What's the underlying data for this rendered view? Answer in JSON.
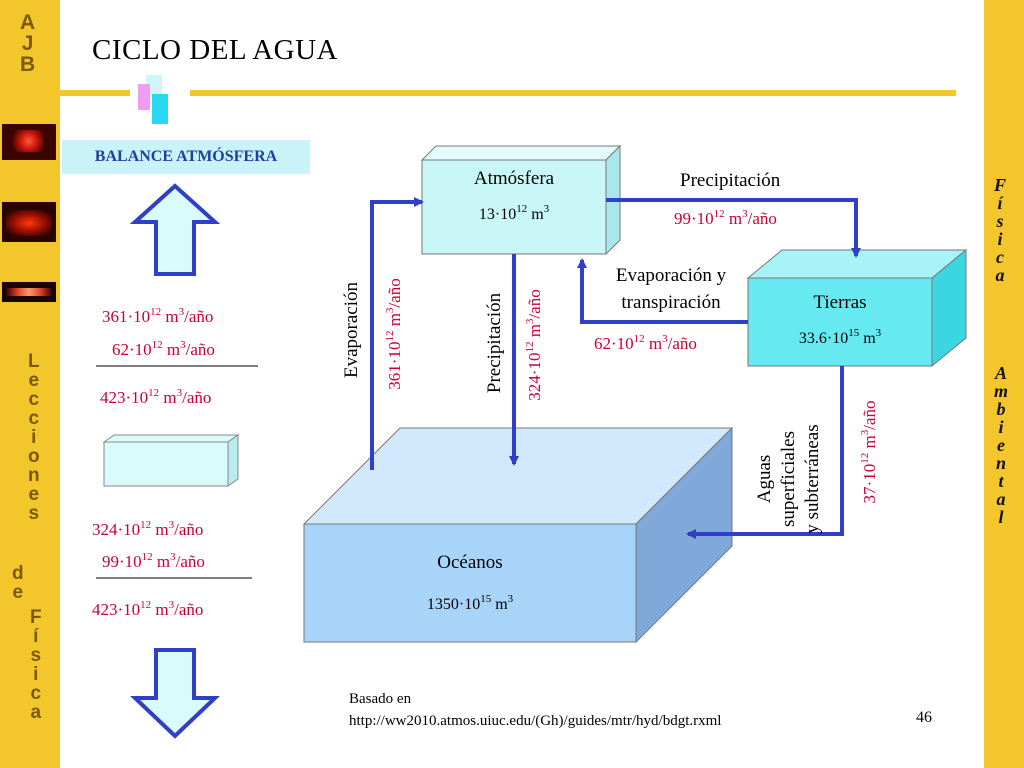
{
  "sidebar_left": {
    "top_letters": [
      "A",
      "J",
      "B"
    ],
    "vertical_letters": [
      "L",
      "e",
      "c",
      "c",
      "i",
      "o",
      "n",
      "e",
      "s",
      "d",
      "e",
      "F",
      "í",
      "s",
      "i",
      "c",
      "a"
    ]
  },
  "sidebar_right": {
    "letters_1": [
      "F",
      "í",
      "s",
      "i",
      "c",
      "a"
    ],
    "letters_2": [
      "A",
      "m",
      "b",
      "i",
      "e",
      "n",
      "t",
      "a",
      "l"
    ]
  },
  "title": "CICLO DEL AGUA",
  "balance": {
    "label": "BALANCE ATMÓSFERA",
    "in_1": "361·10",
    "in_2": "62·10",
    "in_total": "423·10",
    "out_1": "324·10",
    "out_2": "99·10",
    "out_total": "423·10",
    "exp": "12",
    "unit": " m",
    "unit_exp": "3",
    "unit_tail": "/año"
  },
  "diagram": {
    "atmosphere": {
      "name": "Atmósfera",
      "value": "13·10",
      "exp": "12",
      "unit": " m",
      "unit_exp": "3"
    },
    "land": {
      "name": "Tierras",
      "value": "33.6·10",
      "exp": "15",
      "unit": " m",
      "unit_exp": "3"
    },
    "ocean": {
      "name": "Océanos",
      "value": "1350·10",
      "exp": "15",
      "unit": " m",
      "unit_exp": "3"
    },
    "precip_land": {
      "label": "Precipitación",
      "value": "99·10",
      "exp": "12",
      "unit": " m",
      "unit_exp": "3",
      "tail": "/año"
    },
    "evapotrans": {
      "label_1": "Evaporación y",
      "label_2": "transpiración",
      "value": "62·10",
      "exp": "12",
      "unit": " m",
      "unit_exp": "3",
      "tail": "/año"
    },
    "evap_ocean": {
      "label": "Evaporación",
      "value": "361·10",
      "exp": "12",
      "unit": " m",
      "unit_exp": "3",
      "tail": "/año"
    },
    "precip_ocean": {
      "label": "Precipitación",
      "value": "324·10",
      "exp": "12",
      "unit": " m",
      "unit_exp": "3",
      "tail": "/año"
    },
    "runoff": {
      "label_1": "Aguas",
      "label_2": "superficiales",
      "label_3": "y subterráneas",
      "value": "37·10",
      "exp": "12",
      "unit": " m",
      "unit_exp": "3",
      "tail": "/año"
    }
  },
  "footer": {
    "line1": "Basado en",
    "line2": "http://ww2010.atmos.uiuc.edu/(Gh)/guides/mtr/hyd/bdgt.rxml"
  },
  "page_number": "46",
  "colors": {
    "sidebar": "#f3c62b",
    "arrow_blue": "#2f3fc8",
    "value_red": "#cc0033",
    "box_cyan": "#c9f7f8",
    "land_cyan": "#67e9f2",
    "ocean_front": "#a9d4fa"
  }
}
